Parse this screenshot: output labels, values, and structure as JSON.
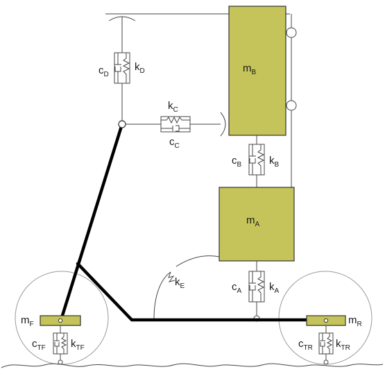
{
  "masses": {
    "mB": {
      "main": "m",
      "sub": "B"
    },
    "mA": {
      "main": "m",
      "sub": "A"
    },
    "mF": {
      "main": "m",
      "sub": "F"
    },
    "mR": {
      "main": "m",
      "sub": "R"
    }
  },
  "springs": {
    "kD": {
      "main": "k",
      "sub": "D"
    },
    "kC": {
      "main": "k",
      "sub": "C"
    },
    "kB": {
      "main": "k",
      "sub": "B"
    },
    "kA": {
      "main": "k",
      "sub": "A"
    },
    "kE": {
      "main": "k",
      "sub": "E"
    },
    "kTF": {
      "main": "k",
      "sub": "TF"
    },
    "kTR": {
      "main": "k",
      "sub": "TR"
    }
  },
  "dampers": {
    "cD": {
      "main": "c",
      "sub": "D"
    },
    "cC": {
      "main": "c",
      "sub": "C"
    },
    "cB": {
      "main": "c",
      "sub": "B"
    },
    "cA": {
      "main": "c",
      "sub": "A"
    },
    "cTF": {
      "main": "c",
      "sub": "TF"
    },
    "cTR": {
      "main": "c",
      "sub": "TR"
    }
  },
  "colors": {
    "mass_fill": "#c4c45a",
    "line": "#444444",
    "arm": "#000000",
    "wheel": "#999999"
  }
}
